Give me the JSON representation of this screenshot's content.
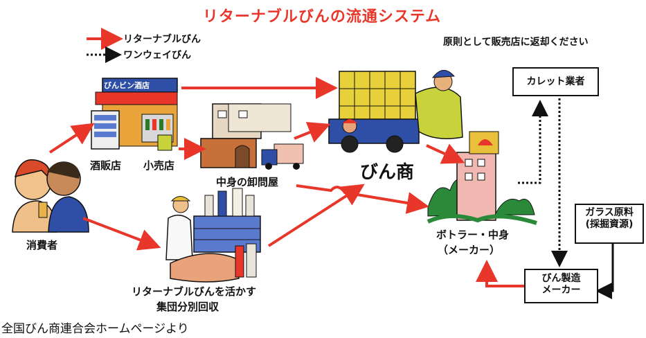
{
  "title": "リターナブルびんの流通システム",
  "legend": {
    "returnable": "リターナブルびん",
    "oneway": "ワンウェイびん",
    "returnable_color": "#e8372a",
    "oneway_color": "#111111"
  },
  "note": "原則として販売店に返却ください",
  "labels": {
    "consumer": "消費者",
    "liquor_store": "酒販店",
    "retail_store": "小売店",
    "shop_sign": "びんビン酒店",
    "wholesaler": "中身の卸問屋",
    "bottle_dealer": "びん商",
    "collection_line1": "リターナブルびんを活かす",
    "collection_line2": "集団分別回収",
    "bottler_line1": "ボトラー・中身",
    "bottler_line2": "（メーカー）"
  },
  "boxes": {
    "cullet": "カレット業者",
    "glass_line1": "ガラス原料",
    "glass_line2": "(採掘資源)",
    "maker_line1": "びん製造",
    "maker_line2": "メーカー"
  },
  "footer": "全国びん商連合会ホームページより"
}
